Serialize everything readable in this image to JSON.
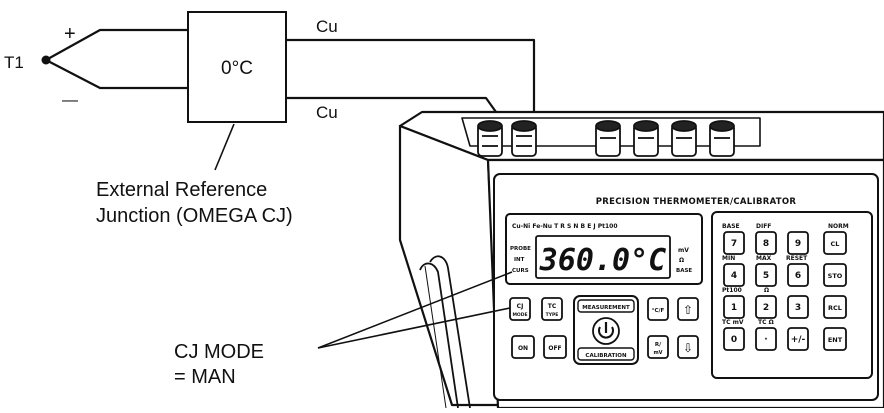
{
  "thermocouple": {
    "label": "T1",
    "plus": "+",
    "minus": "—"
  },
  "reference_box": {
    "label": "0°C"
  },
  "wires": {
    "top": "Cu",
    "bottom": "Cu"
  },
  "reference_caption": {
    "line1": "External Reference",
    "line2": "Junction (OMEGA CJ)"
  },
  "cj_caption": {
    "line1": "CJ MODE",
    "line2": "= MAN"
  },
  "instrument": {
    "title": "PRECISION THERMOMETER/CALIBRATOR",
    "display": {
      "reading": "360.0°C",
      "sensor_types": "Cu-Ni Fe-Nu T  R  S  N  B  E  J  Pt100",
      "left_labels": [
        "PROBE",
        "INT",
        "CURS"
      ],
      "right_labels": [
        "mV",
        "Ω",
        "BASE"
      ]
    },
    "left_buttons": [
      {
        "name": "cj-mode",
        "line1": "CJ",
        "line2": "MODE"
      },
      {
        "name": "tc-type",
        "line1": "TC",
        "line2": "TYPE"
      },
      {
        "name": "on",
        "line1": "ON",
        "line2": ""
      },
      {
        "name": "off",
        "line1": "OFF",
        "line2": ""
      }
    ],
    "dial": {
      "top": "MEASUREMENT",
      "bottom": "CALIBRATION"
    },
    "right_buttons": [
      {
        "name": "unit",
        "line1": "°C/F",
        "line2": ""
      },
      {
        "name": "up",
        "line1": "⇧",
        "line2": ""
      },
      {
        "name": "unit-mv",
        "line1": "R/",
        "line2": "mV"
      },
      {
        "name": "down",
        "line1": "⇩",
        "line2": ""
      }
    ],
    "keypad_labels": {
      "row1_left": "BASE",
      "row1_mid": "DIFF",
      "row1_right": "NORM",
      "row2_left": "MIN",
      "row2_mid": "MAX",
      "row2_right": "RESET",
      "row3_left": "Pt100",
      "row3_mid": "Ω",
      "row4_left": "TC mV",
      "row4_mid": "TC Ω"
    },
    "keys": [
      "7",
      "8",
      "9",
      "CL",
      "4",
      "5",
      "6",
      "STO",
      "1",
      "2",
      "3",
      "RCL",
      "0",
      "·",
      "+/-",
      "ENT"
    ]
  }
}
